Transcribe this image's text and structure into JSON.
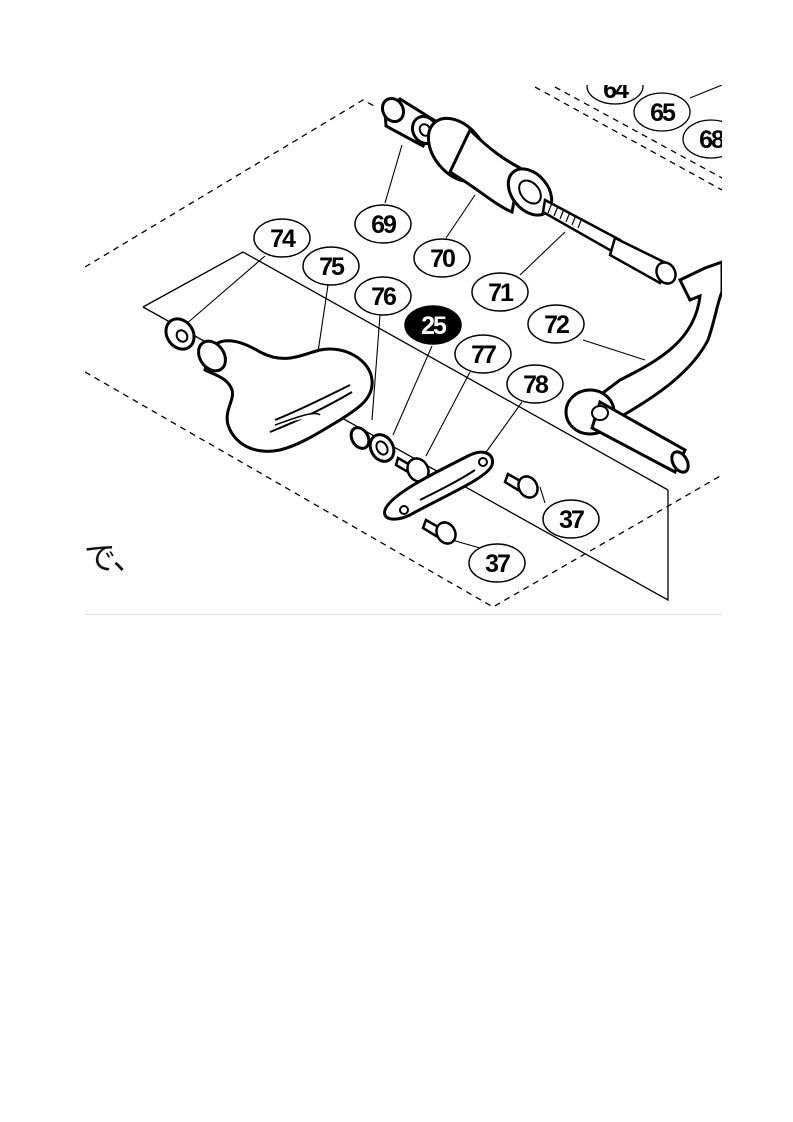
{
  "diagram": {
    "callouts": [
      "64",
      "65",
      "68",
      "69",
      "70",
      "71",
      "72",
      "74",
      "75",
      "76",
      "25",
      "77",
      "78",
      "37",
      "37"
    ],
    "highlighted_callout": "25",
    "colors": {
      "line": "#000000",
      "highlight_fill": "#000000",
      "highlight_text": "#ffffff",
      "background": "#ffffff"
    }
  },
  "caption": {
    "text": "で、"
  }
}
